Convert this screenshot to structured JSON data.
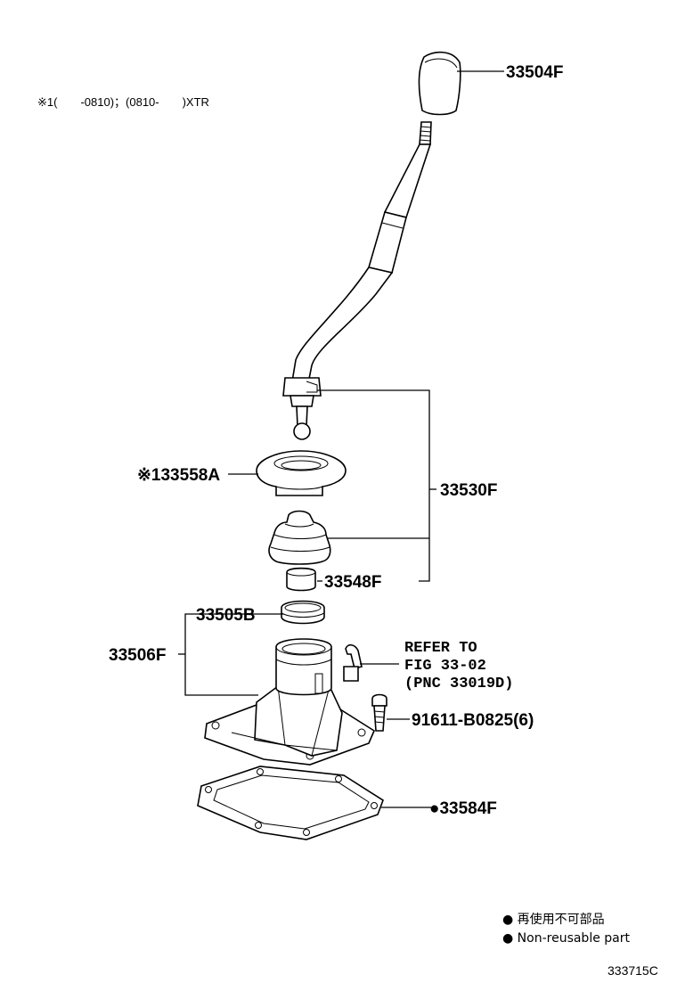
{
  "header_note": "※1(　　-0810)；(0810-　　)XTR",
  "parts": {
    "knob": "33504F",
    "seat": "※133558A",
    "lever_assy": "33530F",
    "bushing": "33548F",
    "retainer": "33505B",
    "housing": "33506F",
    "bolt": "91611-B0825(6)",
    "gasket": "●33584F"
  },
  "refer": {
    "line1": "REFER TO",
    "line2": "FIG 33-02",
    "line3": "(PNC 33019D)"
  },
  "legend": {
    "line1": "● 再使用不可部品",
    "line2": "● Non-reusable part"
  },
  "diagram_code": "333715C"
}
